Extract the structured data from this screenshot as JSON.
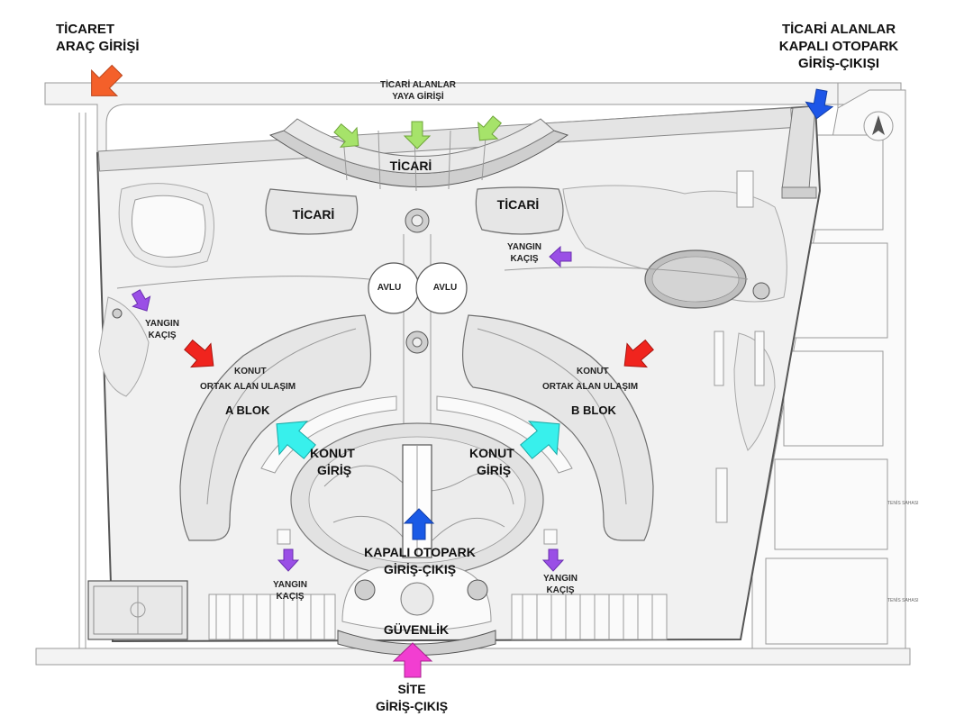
{
  "labels": {
    "ticaret_arac_line1": "TİCARET",
    "ticaret_arac_line2": "ARAÇ GİRİŞİ",
    "ticari_otopark_line1": "TİCARİ ALANLAR",
    "ticari_otopark_line2": "KAPALI OTOPARK",
    "ticari_otopark_line3": "GİRİŞ-ÇIKIŞI",
    "ticari_yaya_line1": "TİCARİ ALANLAR",
    "ticari_yaya_line2": "YAYA GİRİŞİ",
    "ticari_main": "TİCARİ",
    "ticari_left": "TİCARİ",
    "ticari_right": "TİCARİ",
    "yangin_ne_line1": "YANGIN",
    "yangin_ne_line2": "KAÇIŞ",
    "yangin_nw_line1": "YANGIN",
    "yangin_nw_line2": "KAÇIŞ",
    "avlu_left": "AVLU",
    "avlu_right": "AVLU",
    "konut_ortak_left_line1": "KONUT",
    "konut_ortak_left_line2": "ORTAK ALAN ULAŞIM",
    "konut_ortak_right_line1": "KONUT",
    "konut_ortak_right_line2": "ORTAK ALAN ULAŞIM",
    "a_blok": "A BLOK",
    "b_blok": "B BLOK",
    "konut_giris_left_line1": "KONUT",
    "konut_giris_left_line2": "GİRİŞ",
    "konut_giris_right_line1": "KONUT",
    "konut_giris_right_line2": "GİRİŞ",
    "kapali_otopark_line1": "KAPALI OTOPARK",
    "kapali_otopark_line2": "GİRİŞ-ÇIKIŞ",
    "yangin_sw_line1": "YANGIN",
    "yangin_sw_line2": "KAÇIŞ",
    "yangin_se_line1": "YANGIN",
    "yangin_se_line2": "KAÇIŞ",
    "guvenlik": "GÜVENLİK",
    "site_line1": "SİTE",
    "site_line2": "GİRİŞ-ÇIKIŞ",
    "tenis_1": "TENİS SAHASI",
    "tenis_2": "TENİS SAHASI"
  },
  "colors": {
    "ticaret_arac": "#f4602a",
    "ticari_otopark": "#1d56e8",
    "yaya": "#a6e36a",
    "yangin": "#9a4fe6",
    "konut_ortak": "#f0241e",
    "konut_giris": "#38f0ec",
    "kapali_otopark": "#1a5ae6",
    "site": "#f23ed1"
  },
  "icons": {
    "north": "north-arrow-icon"
  }
}
